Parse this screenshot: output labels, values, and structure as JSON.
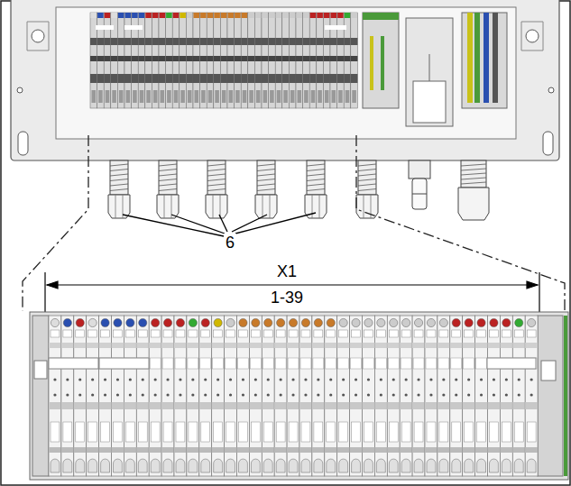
{
  "diagram": {
    "labels": [
      "6",
      "X1",
      "1-39"
    ]
  }
}
